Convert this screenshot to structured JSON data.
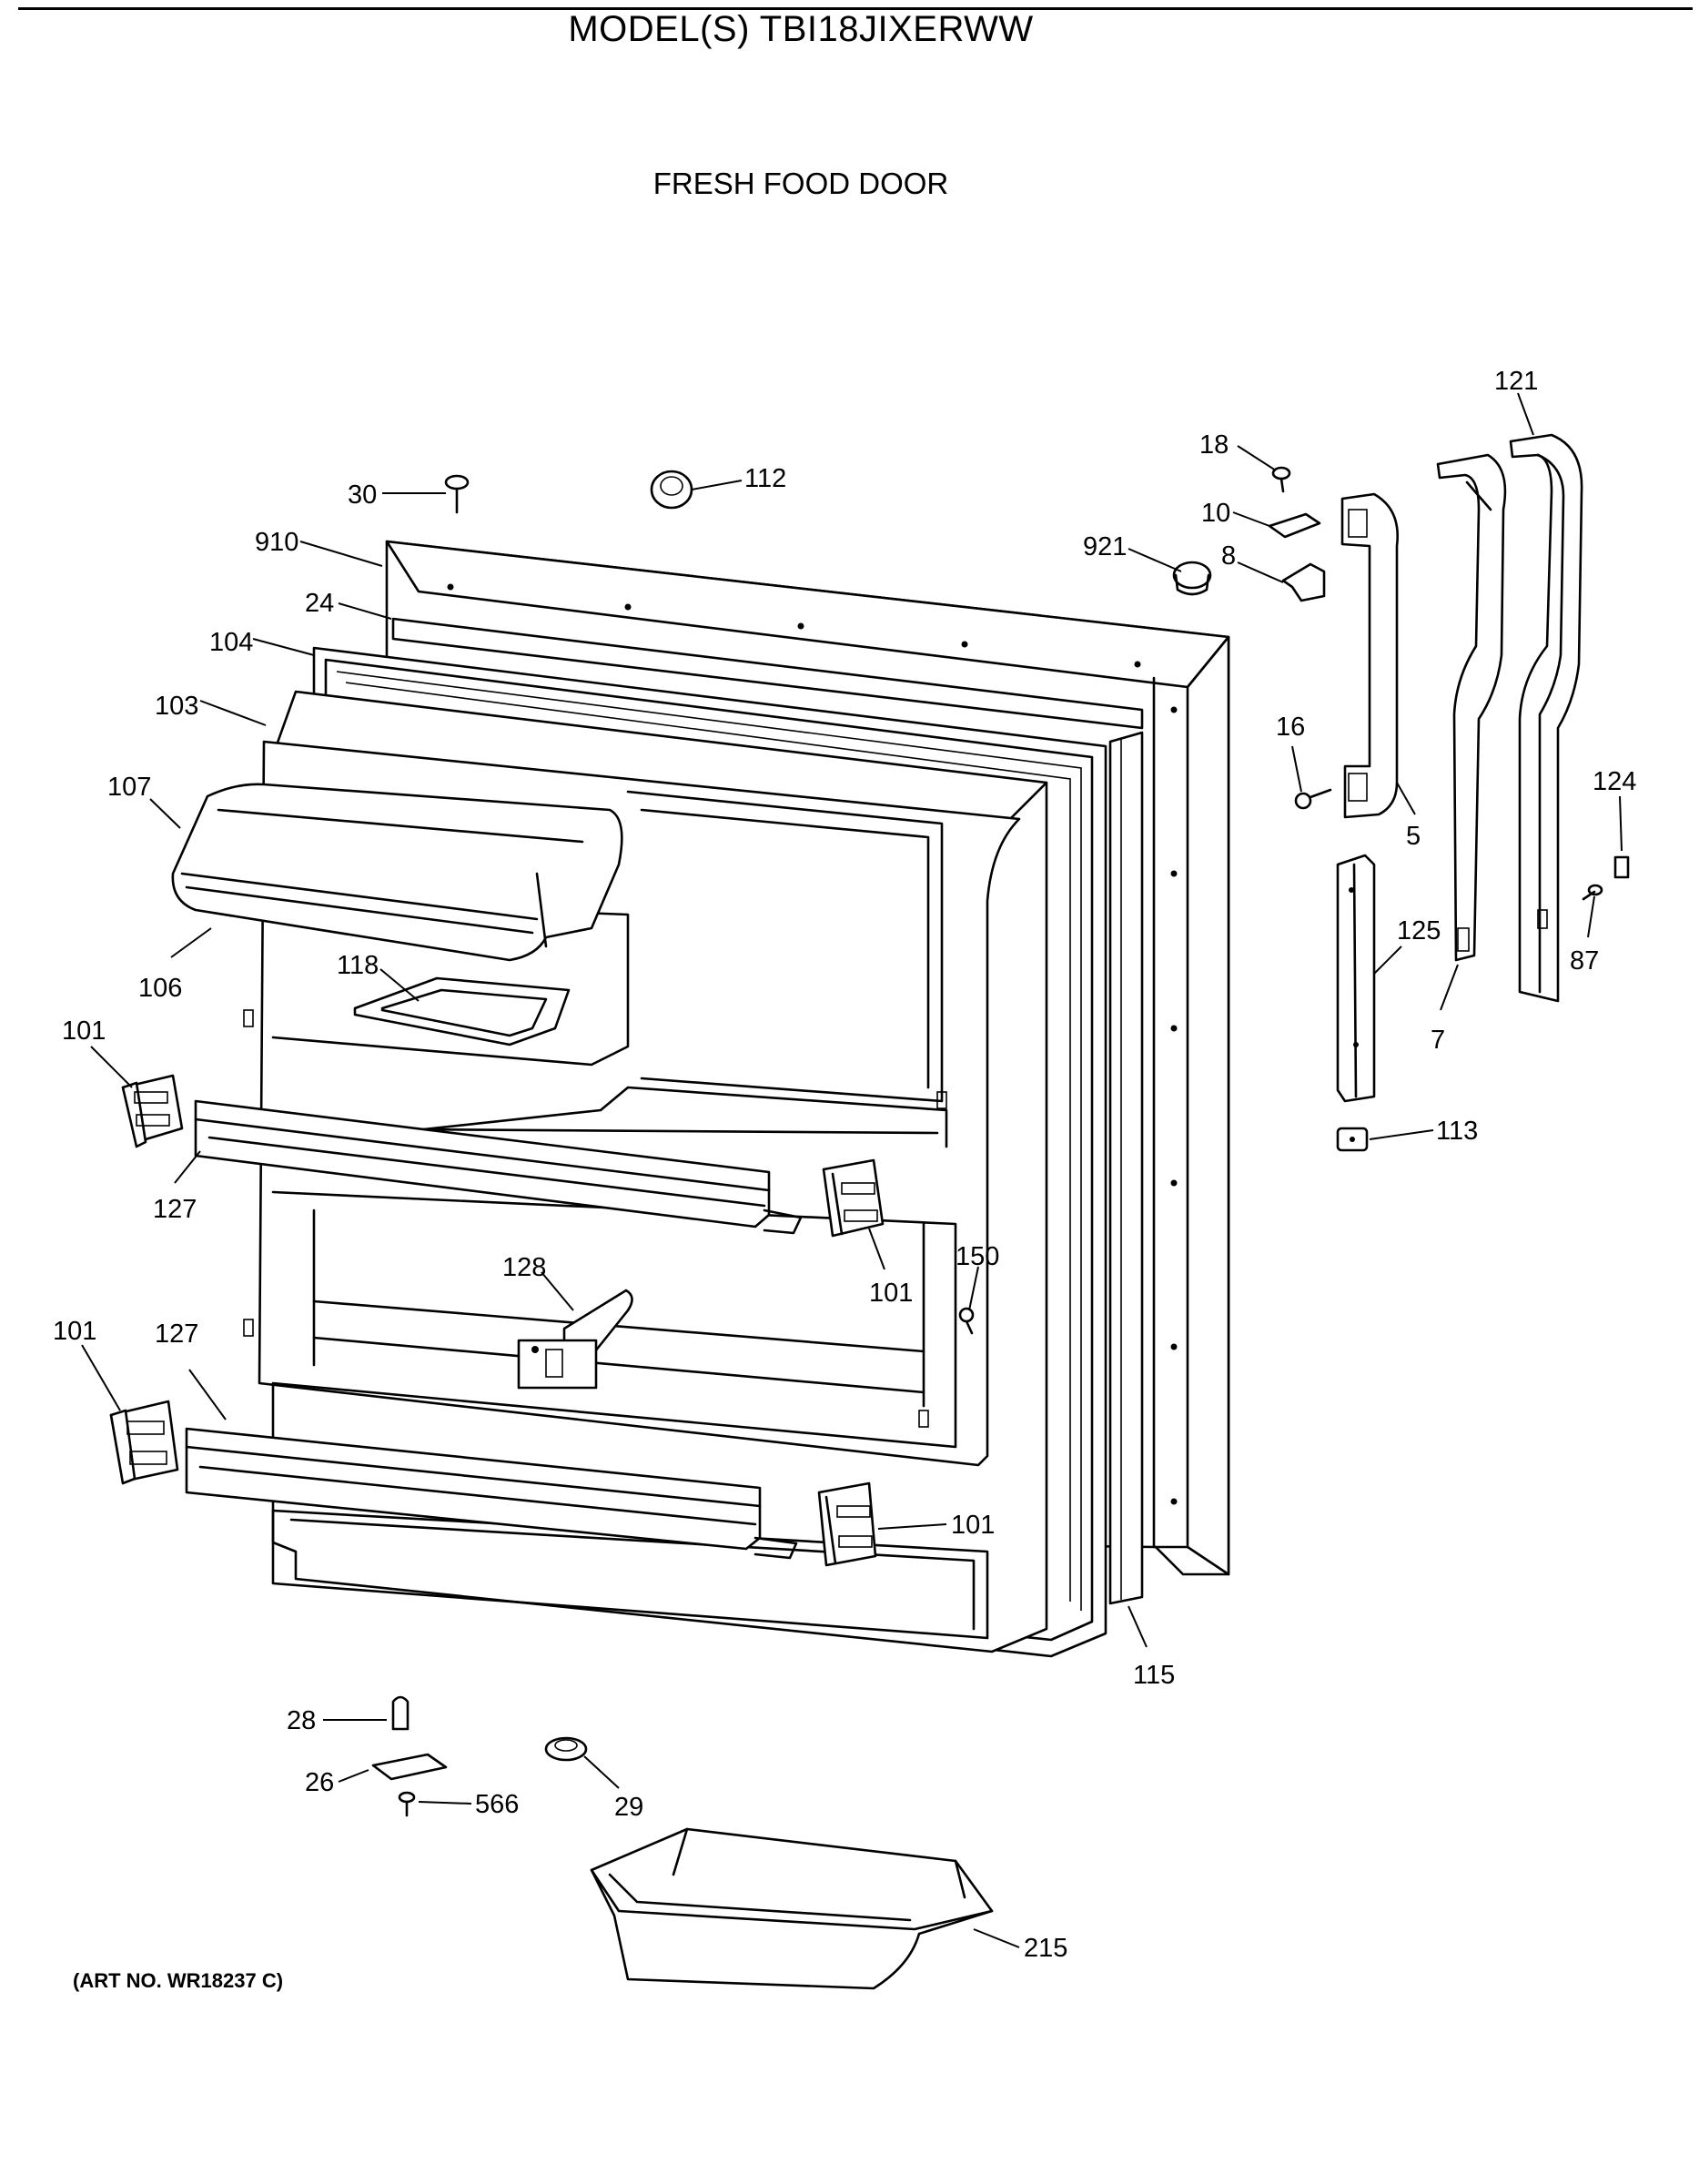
{
  "header": {
    "model": "MODEL(S) TBI18JIXERWW",
    "section": "FRESH FOOD DOOR"
  },
  "footer": {
    "art_number": "(ART NO. WR18237 C)"
  },
  "callouts": {
    "c30": "30",
    "c112": "112",
    "c910": "910",
    "c24": "24",
    "c104": "104",
    "c103": "103",
    "c107": "107",
    "c106": "106",
    "c118": "118",
    "c101a": "101",
    "c127a": "127",
    "c101b": "101",
    "c128": "128",
    "c150": "150",
    "c101c": "101",
    "c127b": "127",
    "c101d": "101",
    "c115": "115",
    "c121": "121",
    "c18": "18",
    "c10": "10",
    "c921": "921",
    "c8": "8",
    "c16": "16",
    "c5": "5",
    "c124": "124",
    "c125": "125",
    "c87": "87",
    "c7": "7",
    "c113": "113",
    "c28": "28",
    "c26": "26",
    "c566": "566",
    "c29": "29",
    "c215": "215"
  }
}
